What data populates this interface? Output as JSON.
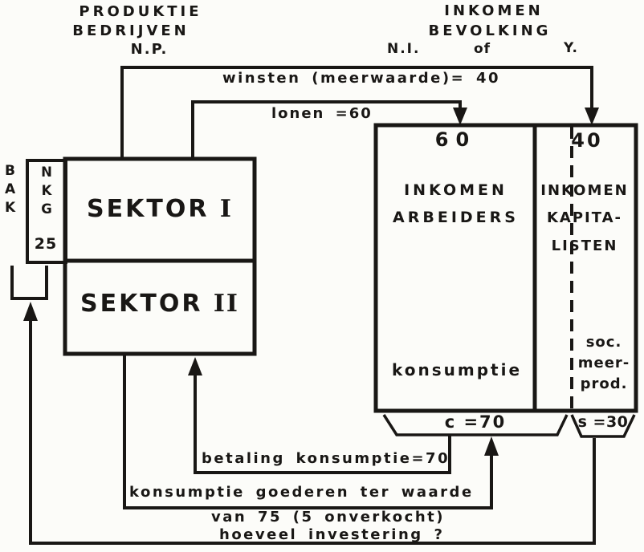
{
  "colors": {
    "ink": "#191715",
    "paper": "#fcfcf9"
  },
  "header_left": {
    "line1": "PRODUKTIE",
    "line2": "BEDRIJVEN",
    "line3": "N.P."
  },
  "header_right": {
    "line1": "INKOMEN",
    "line2": "BEVOLKING",
    "ni": "N.I.",
    "of": "of",
    "y": "Y."
  },
  "flow_labels": {
    "winsten": "winsten (meerwaarde)= 40",
    "lonen": "lonen =60",
    "betaling": "betaling konsumptie=70",
    "goederen_line1": "konsumptie goederen ter waarde",
    "goederen_line2": "van 75 (5 onverkocht)",
    "investering": "hoeveel investering ?"
  },
  "bak_label": {
    "l0": "B",
    "l1": "A",
    "l2": "K"
  },
  "nkg_box": {
    "l0": "N",
    "l1": "K",
    "l2": "G",
    "value": "25"
  },
  "sector_box": {
    "s1_name": "SEKTOR",
    "s1_num": "I",
    "s2_name": "SEKTOR",
    "s2_num": "II"
  },
  "income_box": {
    "workers_amount": "60",
    "workers_line1": "INKOMEN",
    "workers_line2": "ARBEIDERS",
    "workers_bottom": "konsumptie",
    "cap_amount": "40",
    "cap_line1": "INKOMEN",
    "cap_line2": "KAPITA-",
    "cap_line3": "LISTEN",
    "surplus_line1": "soc.",
    "surplus_line2": "meer-",
    "surplus_line3": "prod."
  },
  "brackets": {
    "c": "c =70",
    "s": "s =30"
  }
}
